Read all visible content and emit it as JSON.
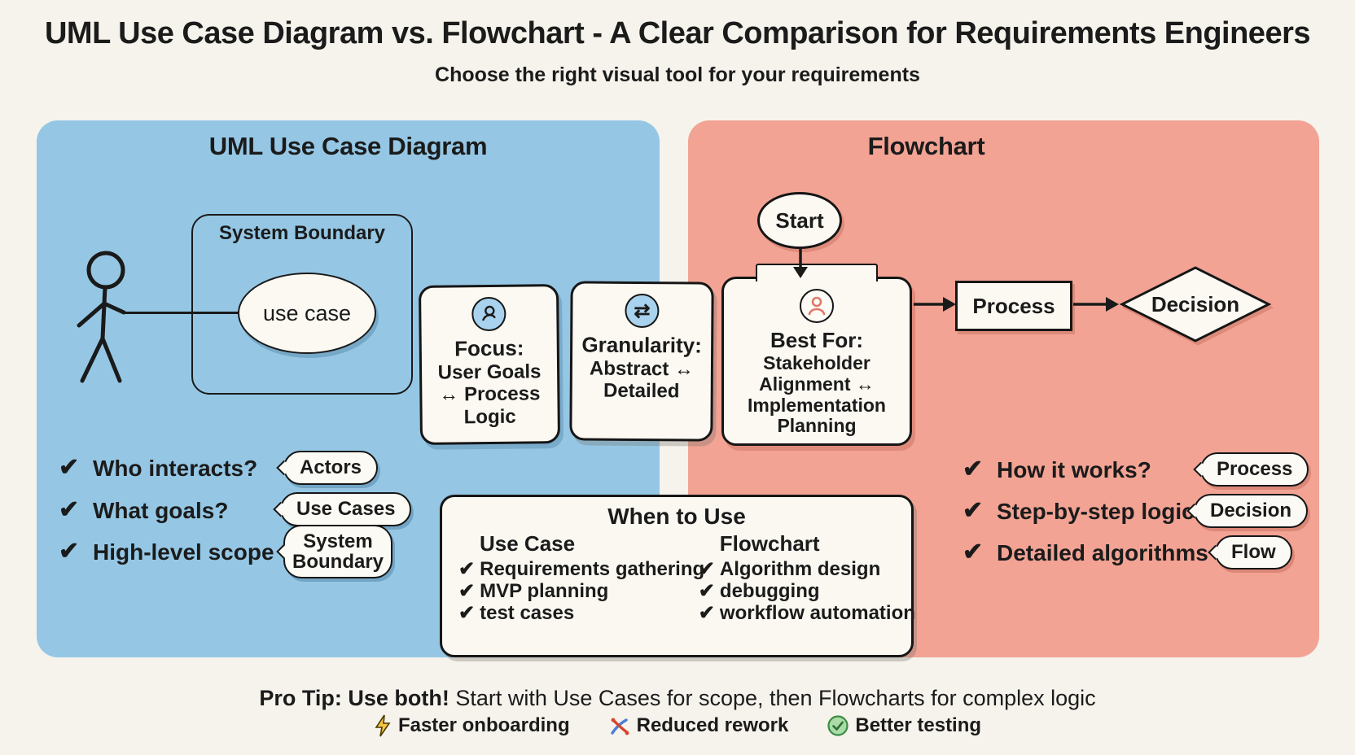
{
  "header": {
    "title": "UML Use Case Diagram vs. Flowchart - A Clear Comparison for Requirements Engineers",
    "subtitle": "Choose the right visual tool for your requirements"
  },
  "left_panel": {
    "title": "UML Use Case Diagram",
    "system_boundary_label": "System Boundary",
    "use_case_label": "use case",
    "checklist": [
      {
        "question": "Who interacts?",
        "answer": "Actors"
      },
      {
        "question": "What goals?",
        "answer": "Use Cases"
      },
      {
        "question": "High-level scope",
        "answer": "System Boundary"
      }
    ]
  },
  "right_panel": {
    "title": "Flowchart",
    "nodes": {
      "start": "Start",
      "process": "Process",
      "decision": "Decision"
    },
    "checklist": [
      {
        "question": "How it works?",
        "answer": "Process"
      },
      {
        "question": "Step-by-step logic",
        "answer": "Decision"
      },
      {
        "question": "Detailed algorithms",
        "answer": "Flow"
      }
    ]
  },
  "comparison_cards": [
    {
      "icon": "focus-icon",
      "title": "Focus:",
      "body": "User Goals ↔ Process Logic"
    },
    {
      "icon": "granularity-icon",
      "title": "Granularity:",
      "body": "Abstract ↔ Detailed"
    },
    {
      "icon": "best-for-icon",
      "title": "Best For:",
      "body": "Stakeholder Alignment ↔ Implementation Planning"
    }
  ],
  "when_to_use": {
    "title": "When to Use",
    "columns": [
      {
        "header": "Use Case",
        "items": [
          "Requirements gathering",
          "MVP planning",
          "test cases"
        ]
      },
      {
        "header": "Flowchart",
        "items": [
          "Algorithm design",
          "debugging",
          "workflow automation"
        ]
      }
    ]
  },
  "footer": {
    "pro_tip_bold": "Pro Tip: Use both!",
    "pro_tip_rest": " Start with Use Cases for scope, then Flowcharts for complex logic",
    "benefits": [
      {
        "icon": "lightning-icon",
        "label": "Faster onboarding"
      },
      {
        "icon": "scissors-icon",
        "label": "Reduced rework"
      },
      {
        "icon": "check-circle-icon",
        "label": "Better testing"
      }
    ]
  },
  "icons": {
    "check": "✔",
    "swap": "⇄"
  },
  "colors": {
    "background": "#f5f3ec",
    "left_panel": "#95c7e5",
    "right_panel": "#f2a394",
    "card": "#fbf9f2",
    "ink": "#1b1b1b",
    "lightning_yellow": "#f6c445",
    "scissors_blue": "#4a7fd4",
    "scissors_red": "#d6452f",
    "check_green": "#7dc87d"
  }
}
